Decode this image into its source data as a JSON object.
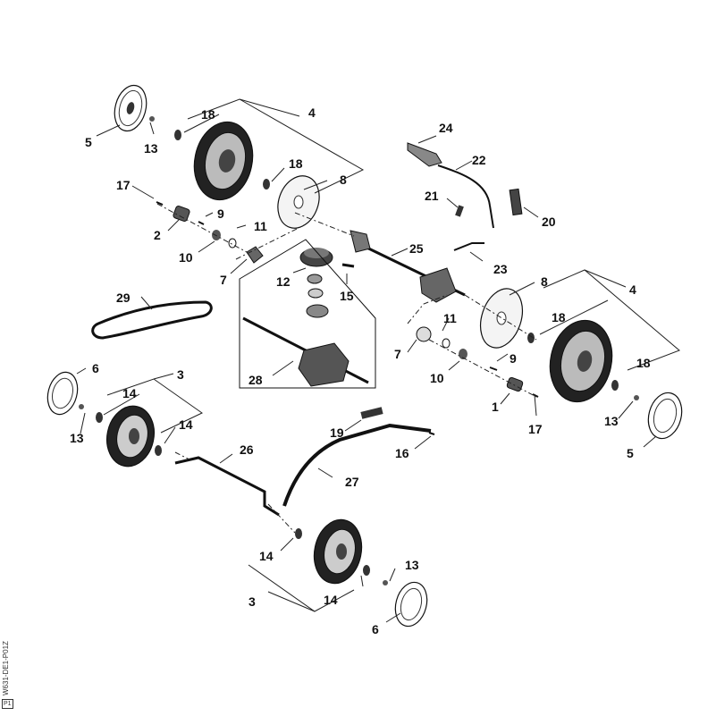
{
  "diagram": {
    "doc_code": "W631-DE1-P01Z",
    "doc_box": "P1",
    "labels": [
      {
        "id": "l4a",
        "text": "4"
      },
      {
        "id": "l18a",
        "text": "18"
      },
      {
        "id": "l5a",
        "text": "5"
      },
      {
        "id": "l13a",
        "text": "13"
      },
      {
        "id": "l18b",
        "text": "18"
      },
      {
        "id": "l8a",
        "text": "8"
      },
      {
        "id": "l17a",
        "text": "17"
      },
      {
        "id": "l9a",
        "text": "9"
      },
      {
        "id": "l2",
        "text": "2"
      },
      {
        "id": "l11a",
        "text": "11"
      },
      {
        "id": "l10a",
        "text": "10"
      },
      {
        "id": "l7a",
        "text": "7"
      },
      {
        "id": "l24",
        "text": "24"
      },
      {
        "id": "l22",
        "text": "22"
      },
      {
        "id": "l21",
        "text": "21"
      },
      {
        "id": "l20",
        "text": "20"
      },
      {
        "id": "l25",
        "text": "25"
      },
      {
        "id": "l23",
        "text": "23"
      },
      {
        "id": "l12",
        "text": "12"
      },
      {
        "id": "l15",
        "text": "15"
      },
      {
        "id": "l29",
        "text": "29"
      },
      {
        "id": "l8b",
        "text": "8"
      },
      {
        "id": "l4b",
        "text": "4"
      },
      {
        "id": "l18c",
        "text": "18"
      },
      {
        "id": "l11b",
        "text": "11"
      },
      {
        "id": "l7b",
        "text": "7"
      },
      {
        "id": "l9b",
        "text": "9"
      },
      {
        "id": "l10b",
        "text": "10"
      },
      {
        "id": "l18d",
        "text": "18"
      },
      {
        "id": "l1",
        "text": "1"
      },
      {
        "id": "l17b",
        "text": "17"
      },
      {
        "id": "l13b",
        "text": "13"
      },
      {
        "id": "l5b",
        "text": "5"
      },
      {
        "id": "l28",
        "text": "28"
      },
      {
        "id": "l6a",
        "text": "6"
      },
      {
        "id": "l3a",
        "text": "3"
      },
      {
        "id": "l14a",
        "text": "14"
      },
      {
        "id": "l13c",
        "text": "13"
      },
      {
        "id": "l14b",
        "text": "14"
      },
      {
        "id": "l19",
        "text": "19"
      },
      {
        "id": "l16",
        "text": "16"
      },
      {
        "id": "l26",
        "text": "26"
      },
      {
        "id": "l27",
        "text": "27"
      },
      {
        "id": "l14c",
        "text": "14"
      },
      {
        "id": "l13d",
        "text": "13"
      },
      {
        "id": "l3b",
        "text": "3"
      },
      {
        "id": "l14d",
        "text": "14"
      },
      {
        "id": "l6b",
        "text": "6"
      }
    ]
  }
}
